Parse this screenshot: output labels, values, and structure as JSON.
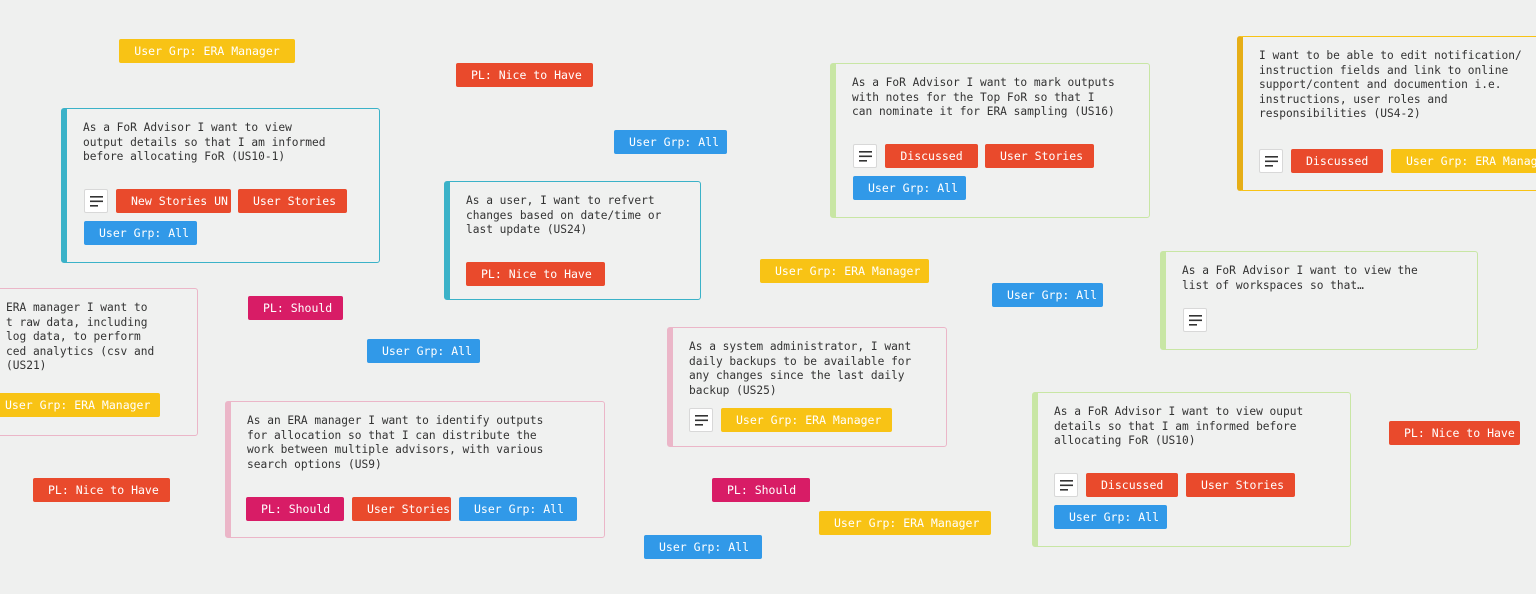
{
  "colors": {
    "red": "#e94a2c",
    "yellow": "#f8c315",
    "blue": "#3199e8",
    "magenta": "#d81c66",
    "teal": "#3bb2c8",
    "light_green": "#c8e6a4",
    "pink": "#ebb6c8",
    "gold": "#e6ae17"
  },
  "icons": {
    "note": "description-lines-icon"
  },
  "floating_tags": [
    "User Grp: ERA Manager",
    "PL: Nice to Have",
    "User Grp: All",
    "PL: Should",
    "User Grp: All",
    "User Grp: ERA Manager",
    "User Grp: All",
    "PL: Nice to Have",
    "PL: Should",
    "User Grp: ERA Manager",
    "User Grp: All",
    "PL: Nice to Have"
  ],
  "cards": [
    {
      "text": "As a FoR Advisor I want to view\noutput details so that I am informed\nbefore allocating FoR (US10-1)",
      "tags": [
        "New Stories UN",
        "User Stories",
        "User Grp: All"
      ]
    },
    {
      "text": "As a user, I want to refvert\nchanges based on date/time or\nlast update (US24)",
      "tags": [
        "PL: Nice to Have"
      ]
    },
    {
      "text": "As a FoR Advisor I want to mark outputs\nwith notes for the Top FoR so that I\ncan nominate it for ERA sampling (US16)",
      "tags": [
        "Discussed",
        "User Stories",
        "User Grp: All"
      ]
    },
    {
      "text": "I want to be able to edit notification/\ninstruction fields and link to online\nsupport/content and documention i.e.\ninstructions, user roles and\nresponsibilities (US4-2)",
      "tags": [
        "Discussed",
        "User Grp: ERA Manager"
      ]
    },
    {
      "text": "ERA manager I want to\nt raw data, including\n log data, to perform\nced analytics (csv and\n(US21)",
      "tags": [
        "User Grp: ERA Manager"
      ]
    },
    {
      "text": "As a system administrator, I want\ndaily backups to be available for\nany changes since the last daily\nbackup (US25)",
      "tags": [
        "User Grp: ERA Manager"
      ]
    },
    {
      "text": "As a FoR Advisor I want to view the\nlist of workspaces so that…",
      "tags": []
    },
    {
      "text": "As an ERA manager I want to identify outputs\nfor allocation so that I can distribute the\nwork between multiple advisors, with various\nsearch options (US9)",
      "tags": [
        "PL: Should",
        "User Stories",
        "User Grp: All"
      ]
    },
    {
      "text": "As a FoR Advisor I want to view ouput\ndetails so that I am informed before\nallocating FoR (US10)",
      "tags": [
        "Discussed",
        "User Stories",
        "User Grp: All"
      ]
    }
  ]
}
